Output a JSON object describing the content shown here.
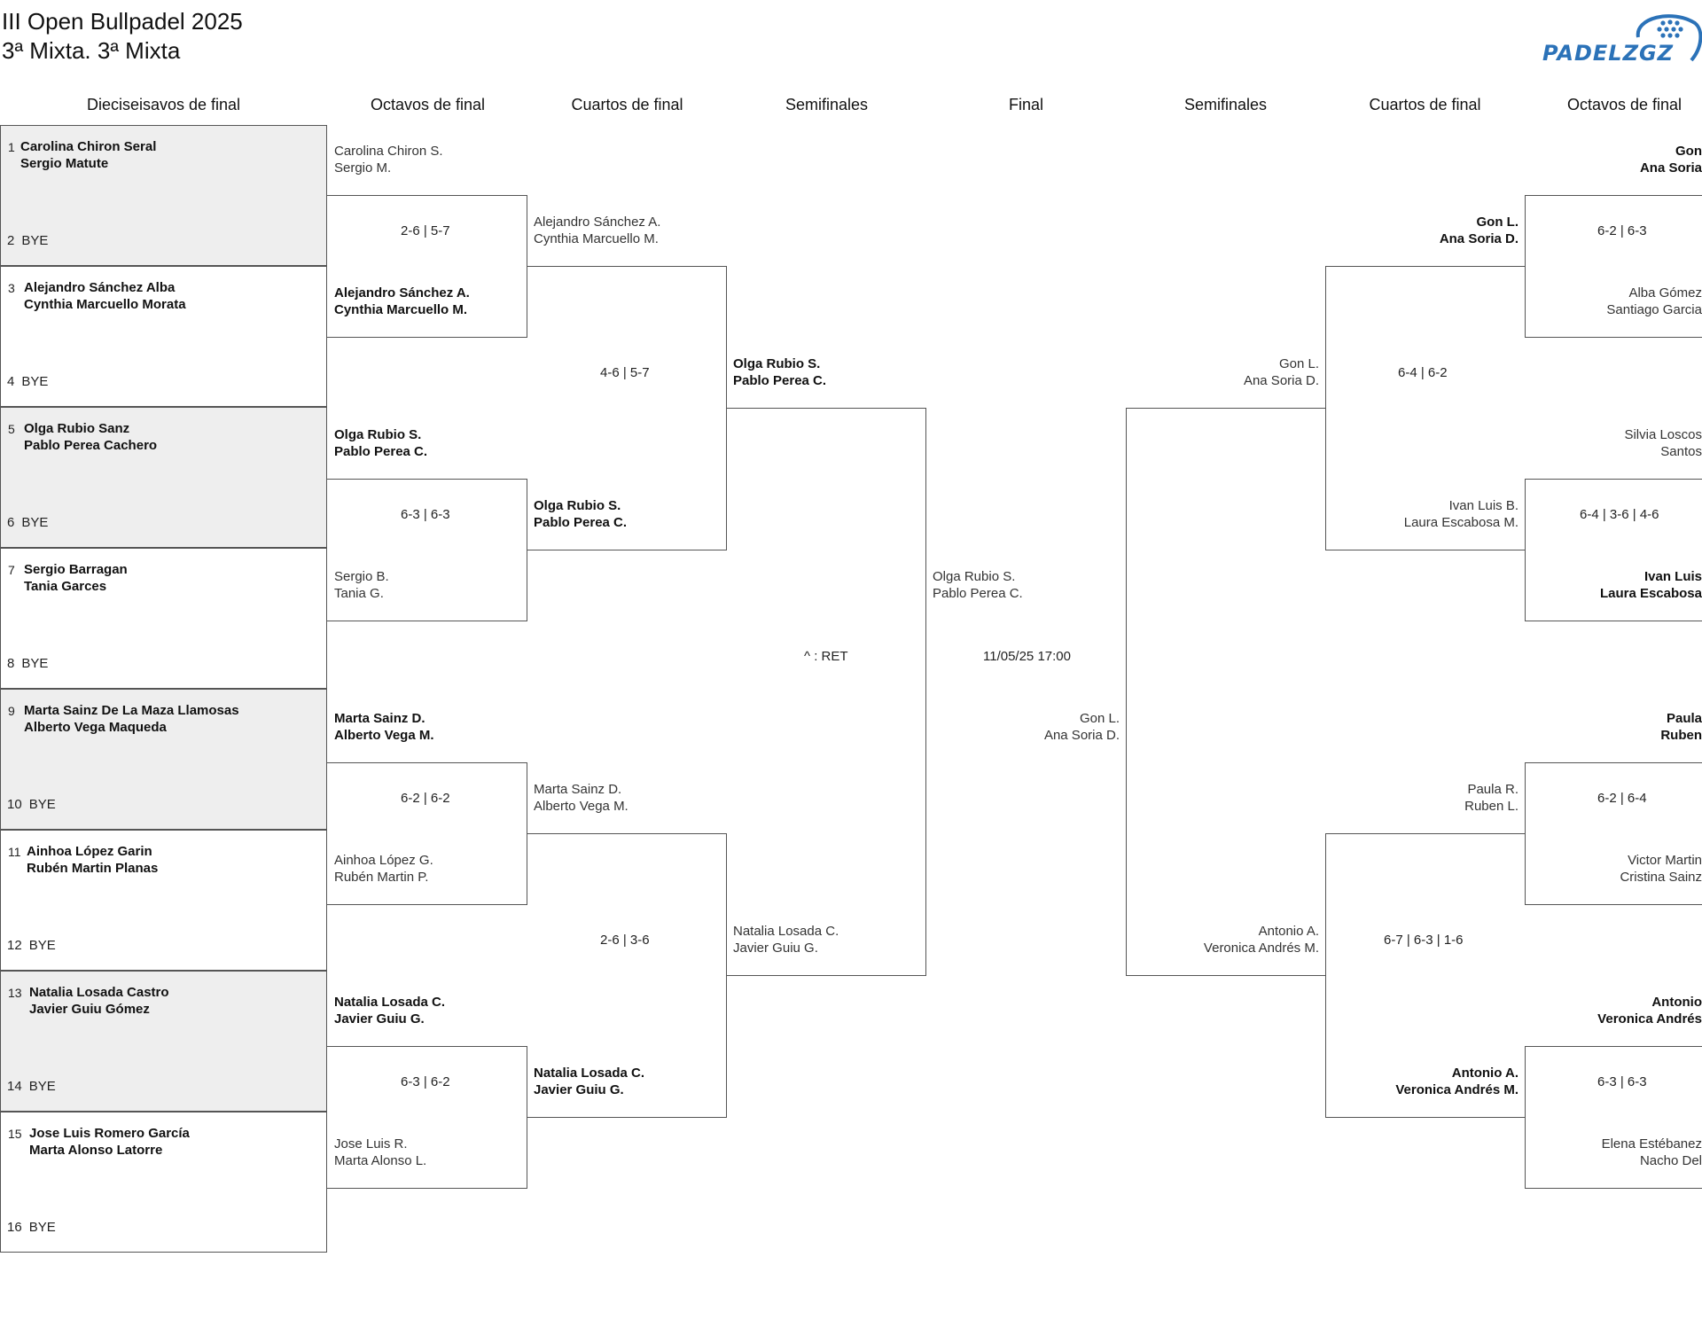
{
  "header": {
    "title": "III Open Bullpadel 2025",
    "subtitle": "3ª Mixta. 3ª Mixta",
    "logo_text": "PADELZGZ"
  },
  "rounds": [
    "Dieciseisavos de final",
    "Octavos de final",
    "Cuartos de final",
    "Semifinales",
    "Final",
    "Semifinales",
    "Cuartos de final",
    "Octavos de final"
  ],
  "entries": [
    {
      "seed": "1",
      "p1": "Carolina Chiron Seral",
      "p2": "Sergio Matute"
    },
    {
      "seed": "2",
      "bye": "BYE"
    },
    {
      "seed": "3",
      "p1": "Alejandro Sánchez Alba",
      "p2": "Cynthia Marcuello Morata"
    },
    {
      "seed": "4",
      "bye": "BYE"
    },
    {
      "seed": "5",
      "p1": "Olga Rubio Sanz",
      "p2": "Pablo Perea Cachero"
    },
    {
      "seed": "6",
      "bye": "BYE"
    },
    {
      "seed": "7",
      "p1": "Sergio Barragan",
      "p2": "Tania Garces"
    },
    {
      "seed": "8",
      "bye": "BYE"
    },
    {
      "seed": "9",
      "p1": "Marta Sainz De La Maza Llamosas",
      "p2": "Alberto Vega Maqueda"
    },
    {
      "seed": "10",
      "bye": "BYE"
    },
    {
      "seed": "11",
      "p1": "Ainhoa López Garin",
      "p2": "Rubén Martin Planas"
    },
    {
      "seed": "12",
      "bye": "BYE"
    },
    {
      "seed": "13",
      "p1": "Natalia Losada Castro",
      "p2": "Javier Guiu Gómez"
    },
    {
      "seed": "14",
      "bye": "BYE"
    },
    {
      "seed": "15",
      "p1": "Jose Luis Romero García",
      "p2": "Marta Alonso Latorre"
    },
    {
      "seed": "16",
      "bye": "BYE"
    }
  ],
  "left_octavos": [
    {
      "a": "Carolina Chiron S.",
      "b": "Sergio M."
    },
    {
      "a": "Alejandro Sánchez A.",
      "b": "Cynthia Marcuello M."
    },
    {
      "a": "Olga Rubio S.",
      "b": "Pablo Perea C."
    },
    {
      "a": "Sergio B.",
      "b": "Tania G."
    },
    {
      "a": "Marta Sainz D.",
      "b": "Alberto Vega M."
    },
    {
      "a": "Ainhoa López G.",
      "b": "Rubén Martin P."
    },
    {
      "a": "Natalia Losada C.",
      "b": "Javier Guiu G."
    },
    {
      "a": "Jose Luis R.",
      "b": "Marta Alonso L."
    }
  ],
  "left_octavos_scores": [
    "2-6 | 5-7",
    "6-3 | 6-3",
    "6-2 | 6-2",
    "6-3 | 6-2"
  ],
  "left_cuartos": [
    {
      "a": "Alejandro Sánchez A.",
      "b": "Cynthia Marcuello M."
    },
    {
      "a": "Olga Rubio S.",
      "b": "Pablo Perea C."
    },
    {
      "a": "Marta Sainz D.",
      "b": "Alberto Vega M."
    },
    {
      "a": "Natalia Losada C.",
      "b": "Javier Guiu G."
    }
  ],
  "left_cuartos_scores": [
    "4-6 | 5-7",
    "2-6 | 3-6"
  ],
  "left_semis": [
    {
      "a": "Olga Rubio S.",
      "b": "Pablo Perea C."
    },
    {
      "a": "Natalia Losada C.",
      "b": "Javier Guiu G."
    }
  ],
  "left_semis_score": "^ : RET",
  "final": {
    "left": {
      "a": "Olga Rubio S.",
      "b": "Pablo Perea C."
    },
    "right": {
      "a": "Gon L.",
      "b": "Ana Soria D."
    },
    "datetime": "11/05/25 17:00"
  },
  "right_semis": [
    {
      "a": "Gon L.",
      "b": "Ana Soria D."
    },
    {
      "a": "Antonio A.",
      "b": "Veronica Andrés M."
    }
  ],
  "right_cuartos": [
    {
      "a": "Gon L.",
      "b": "Ana Soria D."
    },
    {
      "a": "Ivan Luis B.",
      "b": "Laura Escabosa M."
    },
    {
      "a": "Paula R.",
      "b": "Ruben L."
    },
    {
      "a": "Antonio A.",
      "b": "Veronica Andrés M."
    }
  ],
  "right_cuartos_scores": [
    "6-4 | 6-2",
    "6-7 | 6-3 | 1-6"
  ],
  "right_octavos": [
    {
      "a": "Gon",
      "b": "Ana Soria"
    },
    {
      "a": "Alba Gómez",
      "b": "Santiago Garcia"
    },
    {
      "a": "Silvia Loscos",
      "b": "Santos"
    },
    {
      "a": "Ivan Luis",
      "b": "Laura Escabosa"
    },
    {
      "a": "Paula",
      "b": "Ruben"
    },
    {
      "a": "Victor Martin",
      "b": "Cristina Sainz"
    },
    {
      "a": "Antonio",
      "b": "Veronica Andrés"
    },
    {
      "a": "Elena Estébanez",
      "b": "Nacho Del"
    }
  ],
  "right_octavos_scores": [
    "6-2 | 6-3",
    "6-4 | 3-6 | 4-6",
    "6-2 | 6-4",
    "6-3 | 6-3"
  ]
}
